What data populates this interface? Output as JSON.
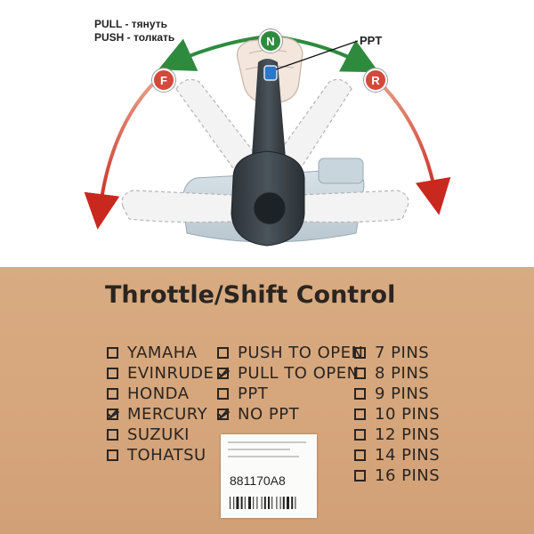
{
  "diagram": {
    "legend": {
      "pull": "PULL  - тянуть",
      "push": "PUSH - толкать"
    },
    "ppt_label": "PPT",
    "positions": {
      "neutral": "N",
      "forward": "F",
      "reverse": "R"
    },
    "colors": {
      "neutral": "#2e8b3e",
      "forward": "#d24a3a",
      "reverse": "#d24a3a"
    }
  },
  "box": {
    "title": "Throttle/Shift Control",
    "brands": [
      {
        "label": "YAMAHA",
        "checked": false
      },
      {
        "label": "EVINRUDE",
        "checked": false
      },
      {
        "label": "HONDA",
        "checked": false
      },
      {
        "label": "MERCURY",
        "checked": true
      },
      {
        "label": "SUZUKI",
        "checked": false
      },
      {
        "label": "TOHATSU",
        "checked": false
      }
    ],
    "options": [
      {
        "label": "PUSH TO OPEN",
        "checked": false
      },
      {
        "label": "PULL TO OPEN",
        "checked": true
      },
      {
        "label": "PPT",
        "checked": false
      },
      {
        "label": "NO PPT",
        "checked": true
      }
    ],
    "pins": [
      {
        "label": "7  PINS",
        "checked": false
      },
      {
        "label": "8  PINS",
        "checked": false
      },
      {
        "label": "9  PINS",
        "checked": false
      },
      {
        "label": "10 PINS",
        "checked": false
      },
      {
        "label": "12 PINS",
        "checked": false
      },
      {
        "label": "14 PINS",
        "checked": false
      },
      {
        "label": "16 PINS",
        "checked": false
      }
    ],
    "sticker": {
      "part_number": "881170A8"
    }
  }
}
